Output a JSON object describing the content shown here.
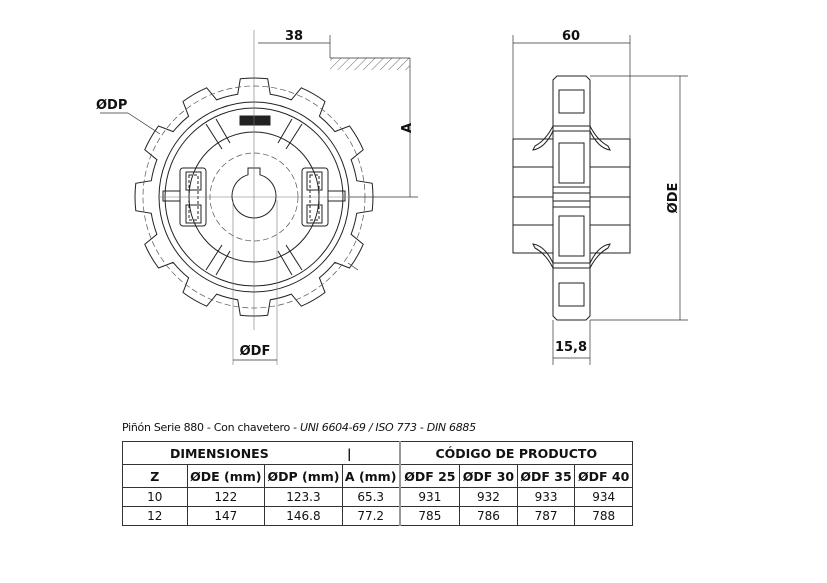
{
  "drawing": {
    "dim_hub_offset": "38",
    "dim_a": "A",
    "dim_dp": "ØDP",
    "dim_df": "ØDF",
    "dim_width": "60",
    "dim_de": "ØDE",
    "dim_tooth_width": "15,8",
    "teeth": 12
  },
  "caption": {
    "main": "Piñón Serie 880 - Con chavetero - ",
    "standards": "UNI 6604-69 / ISO 773 - DIN 6885"
  },
  "table": {
    "group_dimensions": "DIMENSIONES",
    "group_separator": "|",
    "group_codes": "CÓDIGO DE PRODUCTO",
    "headers": [
      "Z",
      "ØDE (mm)",
      "ØDP (mm)",
      "A (mm)",
      "ØDF 25",
      "ØDF 30",
      "ØDF 35",
      "ØDF 40"
    ],
    "rows": [
      [
        "10",
        "122",
        "123.3",
        "65.3",
        "931",
        "932",
        "933",
        "934"
      ],
      [
        "12",
        "147",
        "146.8",
        "77.2",
        "785",
        "786",
        "787",
        "788"
      ]
    ]
  }
}
